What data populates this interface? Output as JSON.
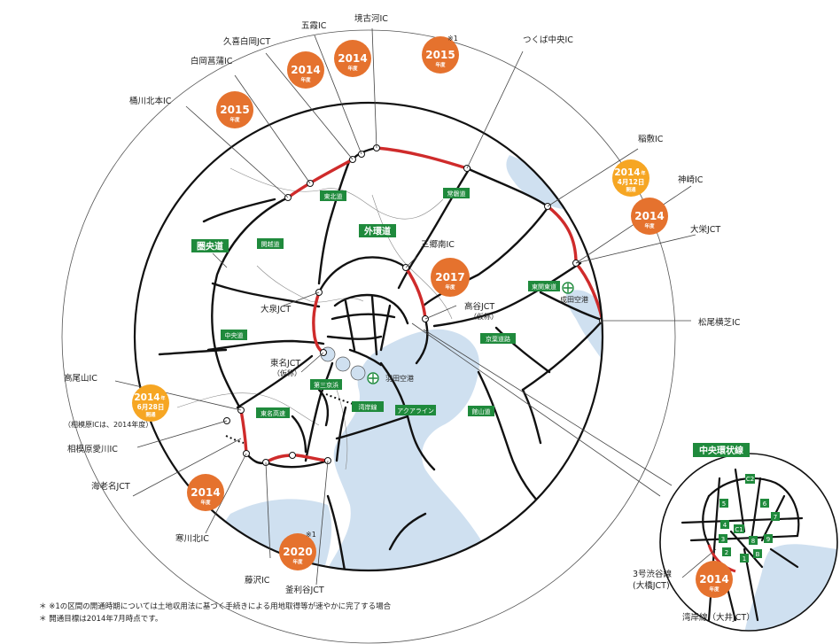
{
  "interchanges": {
    "goka": "五霞IC",
    "sakaikoga": "境古河IC",
    "kuki_shiraoka": "久喜白岡JCT",
    "shiraoka_shobu": "白岡菖蒲IC",
    "tsukuba_chuo": "つくば中央IC",
    "okegawa_kitamoto": "桶川北本IC",
    "inashiki": "稲敷IC",
    "kozaki": "神崎IC",
    "taiei": "大栄JCT",
    "misato_minami": "三郷南IC",
    "oizumi": "大泉JCT",
    "koya": "高谷JCT",
    "koya_note": "（仮称）",
    "matsuo_yokoshiba": "松尾横芝IC",
    "tomei": "東名JCT",
    "tomei_note": "（仮称）",
    "takaosan": "高尾山IC",
    "sagamihara_note": "（相模原ICは、2014年度）",
    "sagamihara_aikawa": "相模原愛川IC",
    "ebina": "海老名JCT",
    "samukawa_kita": "寒川北IC",
    "fujisawa": "藤沢IC",
    "kamariya": "釜利谷JCT",
    "shibuya": "3号渋谷線",
    "shibuya_note": "(大橋JCT)",
    "wangan_oi": "湾岸線（大井JCT）"
  },
  "year_badges": {
    "y2014_a": {
      "year": "2014",
      "unit": "年度"
    },
    "y2014_b": {
      "year": "2014",
      "unit": "年度"
    },
    "y2015_a": {
      "year": "2015",
      "unit": "年度",
      "mark": "※1"
    },
    "y2015_b": {
      "year": "2015",
      "unit": "年度"
    },
    "y2014_inashiki": {
      "year": "2014",
      "unit": "年",
      "date": "4月12日",
      "status": "開通"
    },
    "y2014_kozaki": {
      "year": "2014",
      "unit": "年度"
    },
    "y2017": {
      "year": "2017",
      "unit": "年度"
    },
    "y2014_takao": {
      "year": "2014",
      "unit": "年",
      "date": "6月28日",
      "status": "開通"
    },
    "y2014_ebina": {
      "year": "2014",
      "unit": "年度"
    },
    "y2020": {
      "year": "2020",
      "unit": "年度",
      "mark": "※1"
    },
    "y2014_inset": {
      "year": "2014",
      "unit": "年度"
    }
  },
  "road_tags": {
    "kenodo": "圏央道",
    "gaikando": "外環道",
    "tohoku": "東北道",
    "joban": "常磐道",
    "kanetsu": "関越道",
    "higashikanto": "東関東道",
    "chuo": "中央道",
    "keiyo": "京葉道路",
    "daisan_keihin": "第三京浜",
    "wangan": "湾岸線",
    "aqualine": "アクアライン",
    "tomei": "東名高速",
    "tateyama": "館山道",
    "chuo_kanjo": "中央環状線"
  },
  "airports": {
    "narita": "成田空港",
    "haneda": "羽田空港"
  },
  "inset_numbers": [
    "C2",
    "5",
    "6",
    "4",
    "C1",
    "7",
    "3",
    "2",
    "9",
    "1",
    "B",
    "8"
  ],
  "notes": {
    "note1": "※1の区間の開通時期については土地収用法に基づく手続きによる用地取得等が速やかに完了する場合",
    "note2": "開通目標は2014年7月時点です。",
    "bullet": "＊"
  },
  "colors": {
    "badge": "#e5722e",
    "badge_yellow": "#f6a623",
    "road_red": "#cf2b2b",
    "tag_green": "#1f8a3c",
    "water": "#cfe0f0"
  }
}
